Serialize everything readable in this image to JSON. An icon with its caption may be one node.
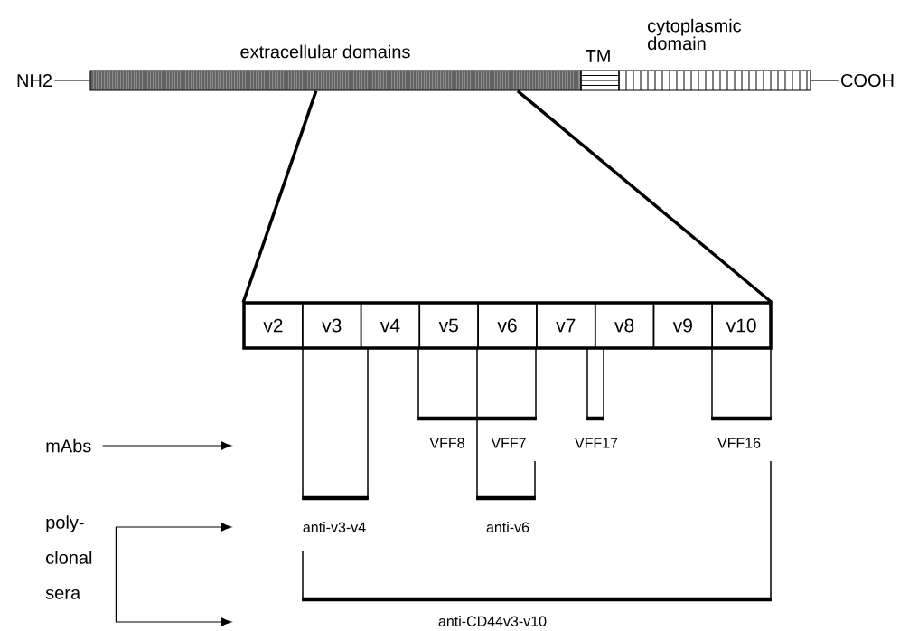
{
  "diagram": {
    "nodes": [
      {
        "text": [
          "NH2"
        ]
      },
      {
        "text": [
          "extracellular domains"
        ]
      },
      {
        "text": [
          "TM"
        ]
      },
      {
        "text": [
          "cytoplasmic domain"
        ]
      },
      {
        "text": [
          "COOH"
        ]
      },
      {
        "text": [
          "v2"
        ]
      },
      {
        "text": [
          "v3"
        ]
      },
      {
        "text": [
          "v4"
        ]
      },
      {
        "text": [
          "v5"
        ]
      },
      {
        "text": [
          "v6"
        ]
      },
      {
        "text": [
          "v7"
        ]
      },
      {
        "text": [
          "v8"
        ]
      },
      {
        "text": [
          "v9"
        ]
      },
      {
        "text": [
          "v10"
        ]
      },
      {
        "text": [
          "mAbs"
        ]
      },
      {
        "text": [
          "poly- clonal sera"
        ]
      }
    ],
    "edges": [
      {
        "from": 0,
        "to": 1,
        "arrow": "none"
      },
      {
        "from": 3,
        "to": 4,
        "arrow": "none"
      },
      {
        "from": 1,
        "to": 5,
        "arrow": "none",
        "style": "thick"
      },
      {
        "from": 1,
        "to": 13,
        "arrow": "none",
        "style": "thick"
      },
      {
        "from": 14,
        "to": null,
        "arrow": "to"
      },
      {
        "from": 15,
        "to": null,
        "arrow": "to"
      },
      {
        "from": 15,
        "to": null,
        "arrow": "to"
      }
    ],
    "labels": [
      "VFF8",
      "VFF7",
      "VFF17",
      "VFF16",
      "anti-v3-v4",
      "anti-v6",
      "anti-CD44v3-v10"
    ]
  }
}
